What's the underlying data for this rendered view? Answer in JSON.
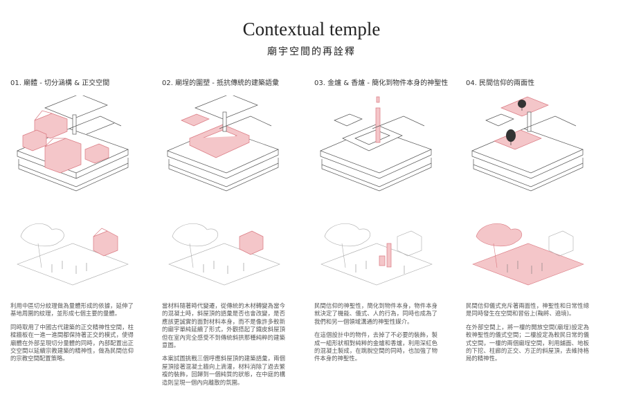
{
  "header": {
    "title": "Contextual temple",
    "subtitle": "廟宇空間的再詮釋"
  },
  "colors": {
    "accent": "#e9a3a8",
    "accent_fill": "#f4c6c9",
    "line": "#555555"
  },
  "columns": [
    {
      "heading": "01. 廟體 - 切分涵構 & 正交空間",
      "paragraphs": [
        "利用中區切分紋理做為量體形成的依據，延伸了基地周圍的紋理，並形成七個主要的量體。",
        "同時取用了中國古代建築的正交精神性空間，柱樑牆板在一進一進間都保持著正交的模式，使得廟體在外部呈現切分量體的同時，內部配置出正交空間以延續宗教建築的精神性，做為民間信仰的宗教空間配置策略。"
      ]
    },
    {
      "heading": "02. 廟埕的圍塑 - 抵抗傳統的建築語彙",
      "paragraphs": [
        "當材料隨著時代變遷，從傳統的木材轉變為當今的混凝土時，斜屋頂的語彙是否也會改變，是否應該更誠實的面對材料本身，而不是像許多較新的廟宇單純延續了形式，外觀搭起了鐵皮斜屋頂但在室內完全感受不到傳統斜拱那種純粹的建築意圖。",
        "本案試圖挑戰三個呼應斜屋頂的建築語彙，兩個屋頂接著混凝土牆向上滴灌，材料消除了過去繁複的裝飾，回歸到一個純質的狀態，在中庭的構造則呈現一個內向離散的氛圍。"
      ]
    },
    {
      "heading": "03. 金爐 & 香爐 - 簡化到物件本身的神聖性",
      "paragraphs": [
        "民間信仰的神聖性，簡化到物件本身，物件本身就決定了機能、儀式、人的行為，同時也成為了我們和另一個領域溝通的神聖性媒介。",
        "在這個設計中的物件，去掉了不必要的裝飾，製成一組形狀相對純粹的金爐和香爐，利用深紅色的混凝土製成，在跳脫空間的同時，也加強了物件本身的神聖性。"
      ]
    },
    {
      "heading": "04. 民間信仰的兩面性",
      "paragraphs": [
        "民間信仰儀式充斥著兩面性，神聖性和日常性總是同時發生在空間和習俗上(鞠將、遶境)。",
        "在外部空間上，將一樓的開放空間(廟埕)設定為較神聖性的儀式空間；二樓設定為較民日常的儀式空間，一樓的兩個廟埕空間，利用鋪面、地板的下挖、柱廊的正交、方正的斜屋頂，去維持格局的精神性。"
      ]
    }
  ]
}
